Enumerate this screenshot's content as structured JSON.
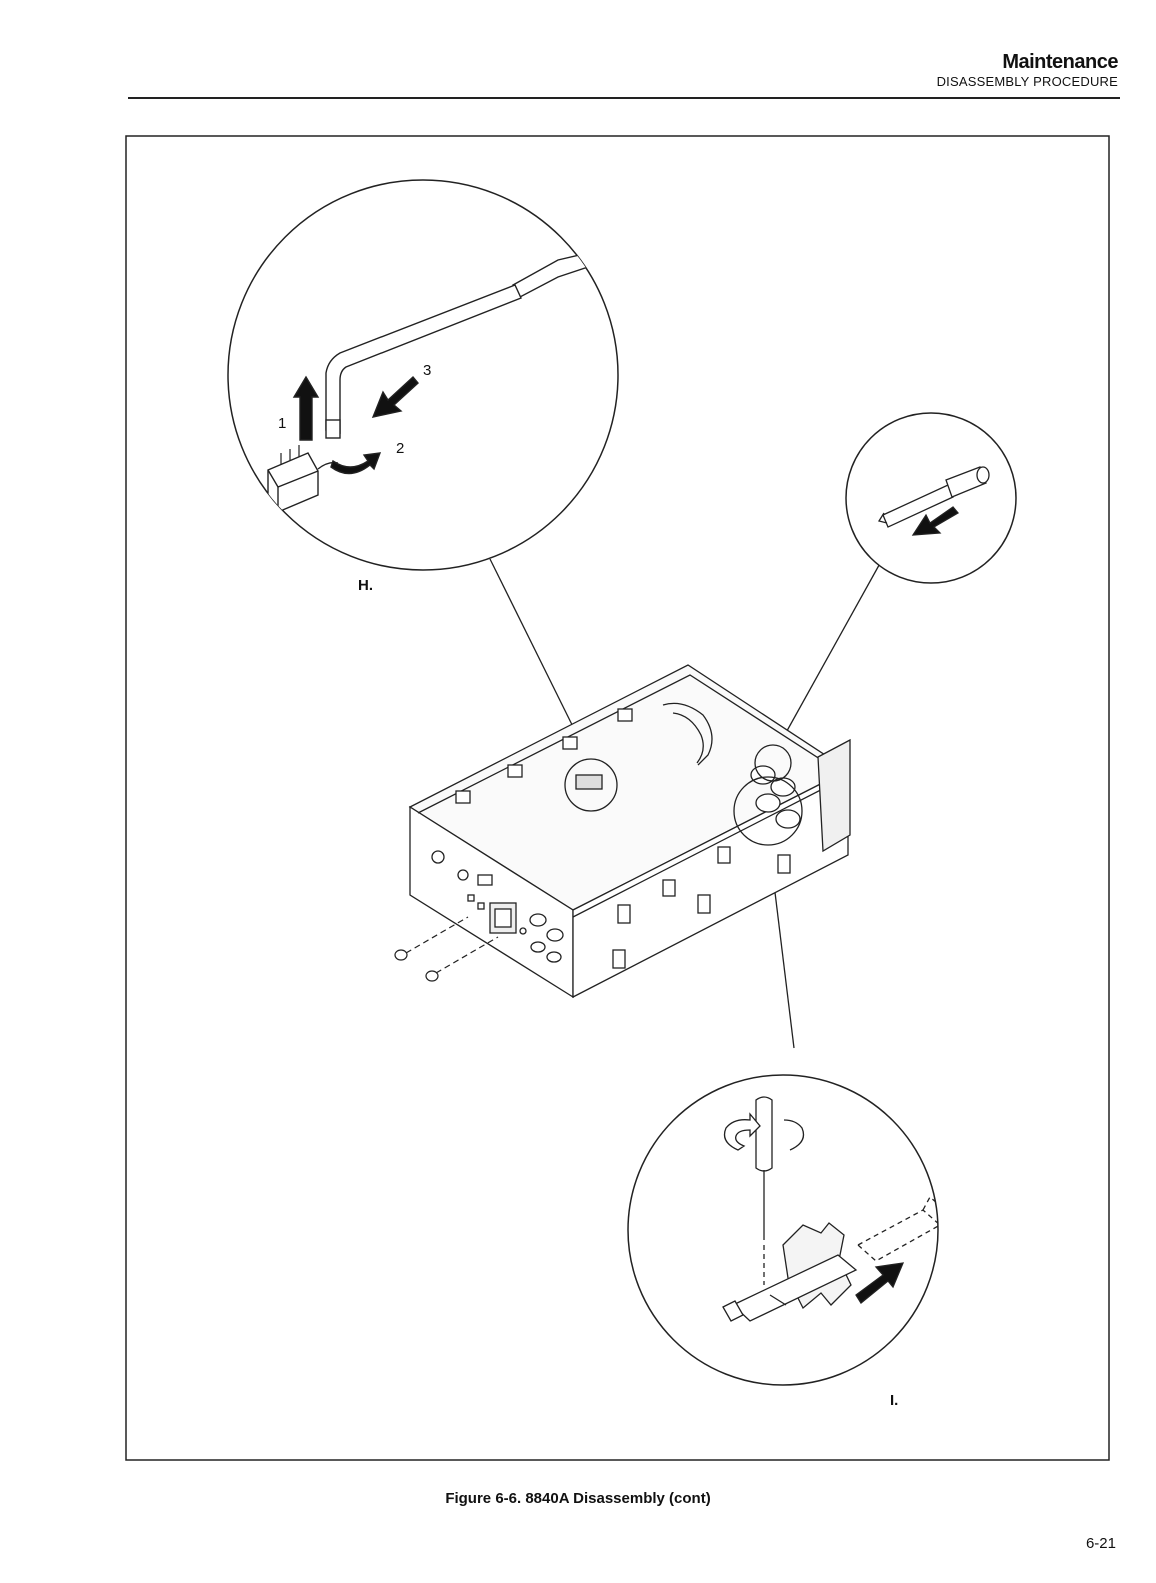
{
  "header": {
    "section_title": "Maintenance",
    "section_subtitle": "DISASSEMBLY PROCEDURE"
  },
  "figure": {
    "caption": "Figure 6-6. 8840A Disassembly (cont)",
    "detail_h": {
      "label": "H.",
      "step_1": "1",
      "step_2": "2",
      "step_3": "3"
    },
    "detail_i": {
      "label": "I."
    }
  },
  "footer": {
    "page_number": "6-21"
  }
}
